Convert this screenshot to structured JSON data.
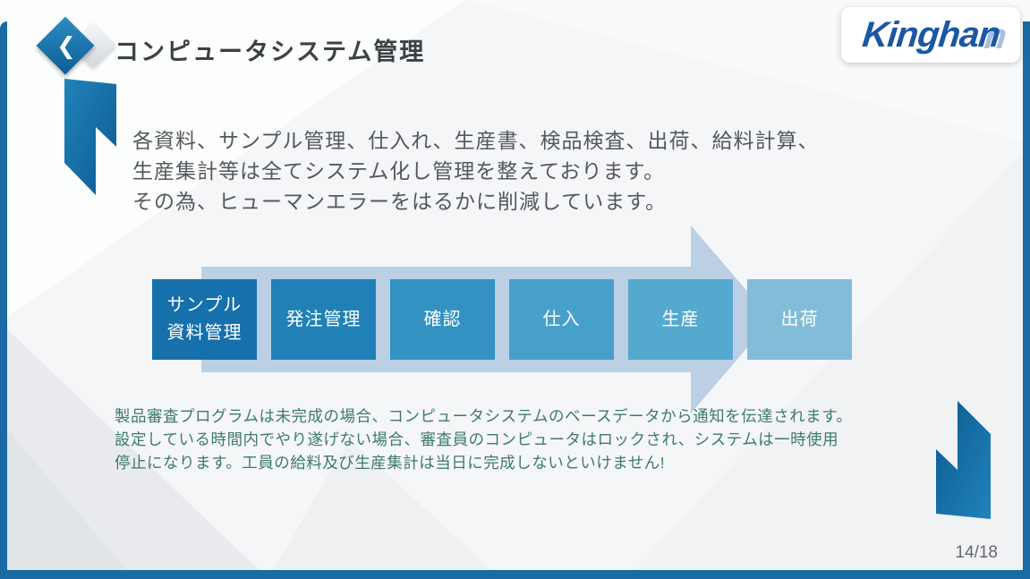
{
  "slide": {
    "title": "コンピュータシステム管理",
    "logo": {
      "text": "Kinghan",
      "ghost_letter": "n",
      "color": "#1b57a5"
    },
    "icons": {
      "title_chevron": "❮"
    },
    "intro_lines": [
      "各資料、サンプル管理、仕入れ、生産書、検品検査、出荷、給料計算、",
      "生産集計等は全てシステム化し管理を整えております。",
      "その為、ヒューマンエラーをはるかに削減しています。"
    ],
    "flow_steps": [
      {
        "label": "サンプル\n資料管理",
        "color": "#1570ab"
      },
      {
        "label": "発注管理",
        "color": "#2181b6"
      },
      {
        "label": "確認",
        "color": "#3392c2"
      },
      {
        "label": "仕入",
        "color": "#47a0ca"
      },
      {
        "label": "生産",
        "color": "#55a9cf"
      },
      {
        "label": "出荷",
        "color": "#83bcd8"
      }
    ],
    "note_lines": [
      "製品審査プログラムは未完成の場合、コンピュータシステムのベースデータから通知を伝達されます。",
      "設定している時間内でやり遂げない場合、審査員のコンピュータはロックされ、システムは一時使用",
      "停止になります。工員の給料及び生産集計は当日に完成しないといけません!"
    ],
    "page_number": "14/18",
    "colors": {
      "frame": "#1a6ba3",
      "arrow": "#b5cbe3",
      "accent_dark": "#0d5e96",
      "note_text": "#3e7a6d"
    }
  }
}
